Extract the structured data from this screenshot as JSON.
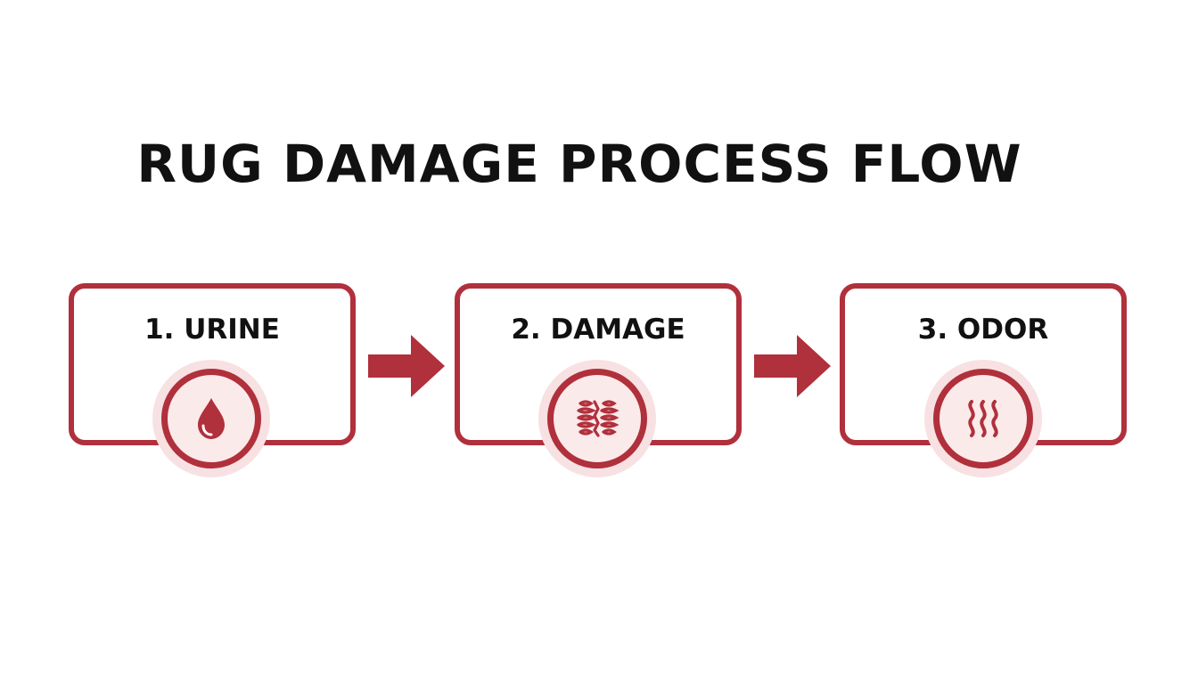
{
  "title": "RUG DAMAGE PROCESS FLOW",
  "colors": {
    "accent": "#b0303c",
    "halo": "#f7e1e2",
    "text": "#111111"
  },
  "steps": [
    {
      "label": "1. URINE",
      "icon": "water-drop-icon"
    },
    {
      "label": "2. DAMAGE",
      "icon": "damaged-fibers-icon"
    },
    {
      "label": "3. ODOR",
      "icon": "odor-waves-icon"
    }
  ]
}
